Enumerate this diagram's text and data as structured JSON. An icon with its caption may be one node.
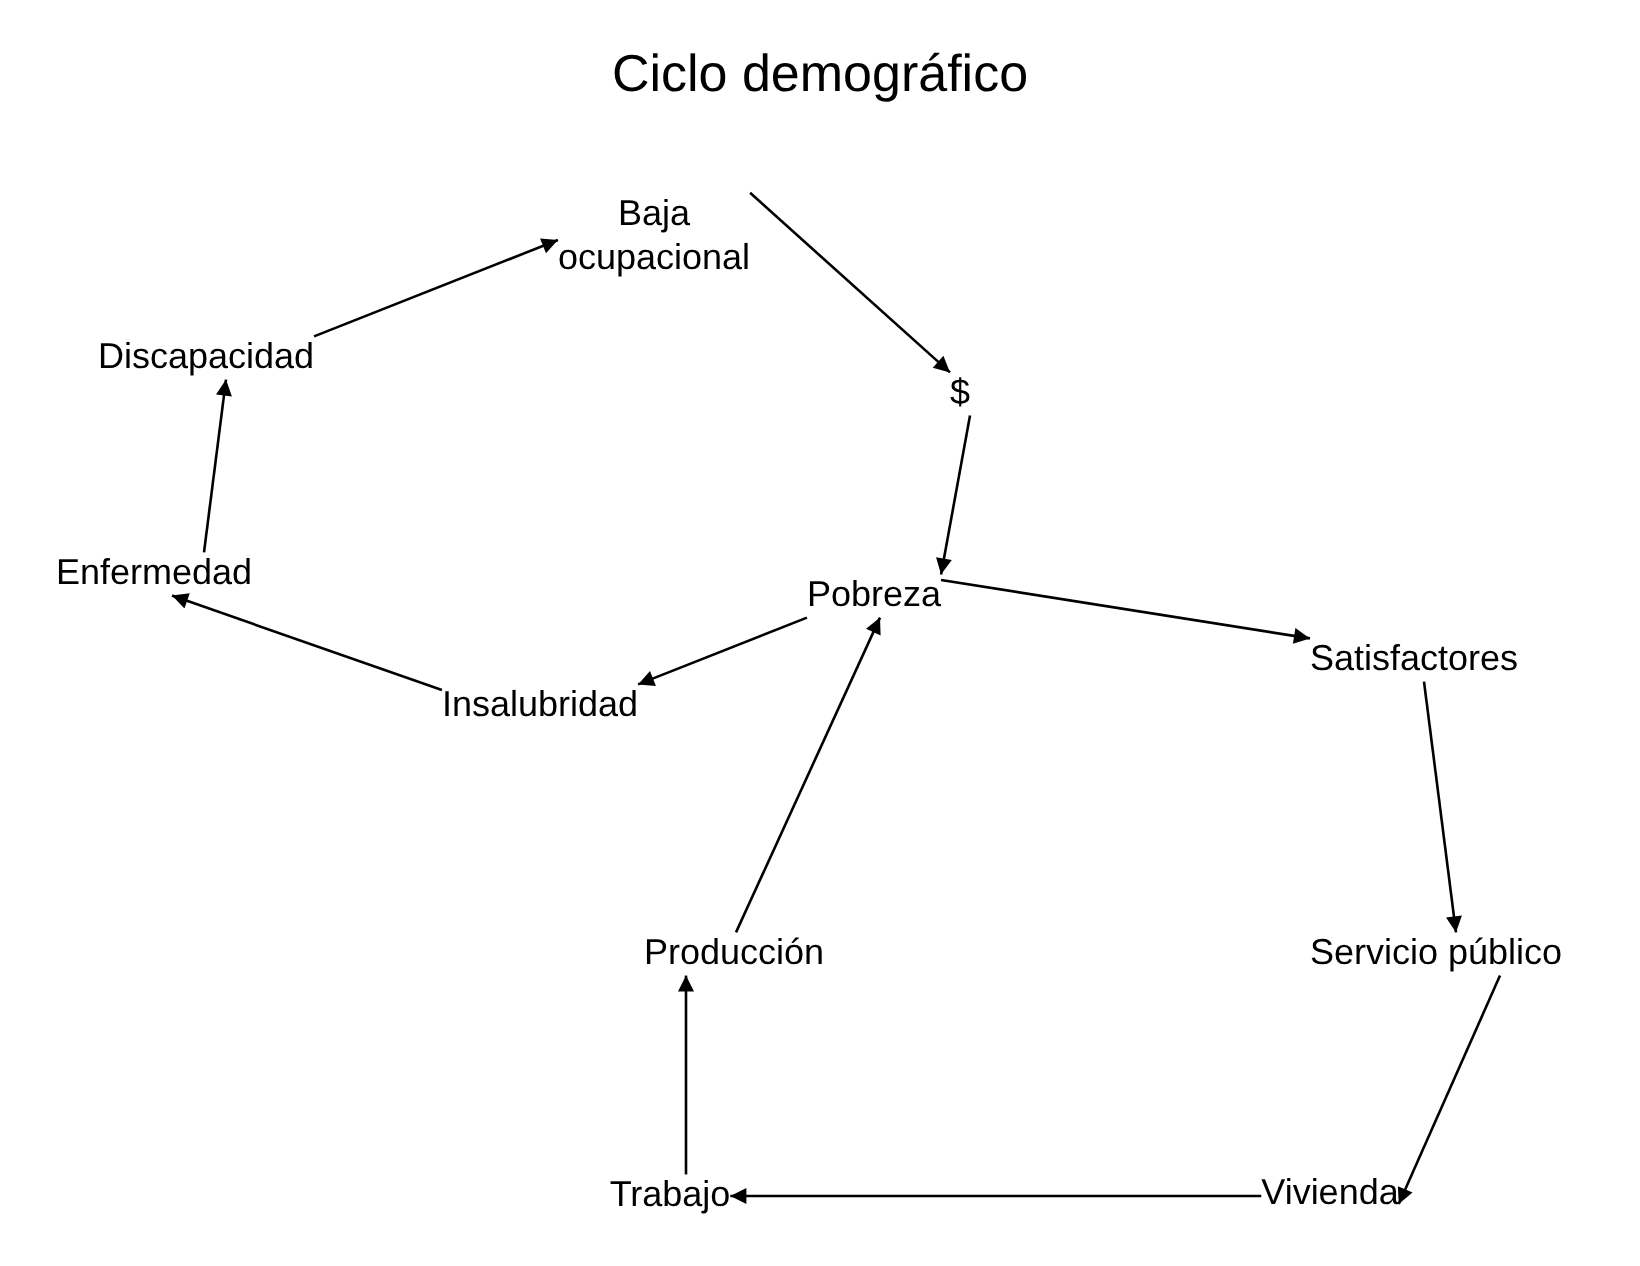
{
  "diagram": {
    "title": "Ciclo demográfico",
    "nodes": [
      {
        "text": [
          "Baja ocupacional"
        ]
      },
      {
        "text": [
          "$"
        ]
      },
      {
        "text": [
          "Pobreza"
        ]
      },
      {
        "text": [
          "Satisfactores"
        ]
      },
      {
        "text": [
          "Servicio público"
        ]
      },
      {
        "text": [
          "Vivienda"
        ]
      },
      {
        "text": [
          "Trabajo"
        ]
      },
      {
        "text": [
          "Producción"
        ]
      },
      {
        "text": [
          "Insalubridad"
        ]
      },
      {
        "text": [
          "Enfermedad"
        ]
      },
      {
        "text": [
          "Discapacidad"
        ]
      }
    ],
    "edges": [
      {
        "from": 10,
        "to": 0,
        "arrow": "to"
      },
      {
        "from": 0,
        "to": 1,
        "arrow": "to"
      },
      {
        "from": 1,
        "to": 2,
        "arrow": "to"
      },
      {
        "from": 2,
        "to": 3,
        "arrow": "to"
      },
      {
        "from": 3,
        "to": 4,
        "arrow": "to"
      },
      {
        "from": 4,
        "to": 5,
        "arrow": "to"
      },
      {
        "from": 5,
        "to": 6,
        "arrow": "to"
      },
      {
        "from": 6,
        "to": 7,
        "arrow": "to"
      },
      {
        "from": 7,
        "to": 2,
        "arrow": "to"
      },
      {
        "from": 2,
        "to": 8,
        "arrow": "to"
      },
      {
        "from": 8,
        "to": 9,
        "arrow": "to"
      },
      {
        "from": 9,
        "to": 10,
        "arrow": "to"
      }
    ]
  }
}
